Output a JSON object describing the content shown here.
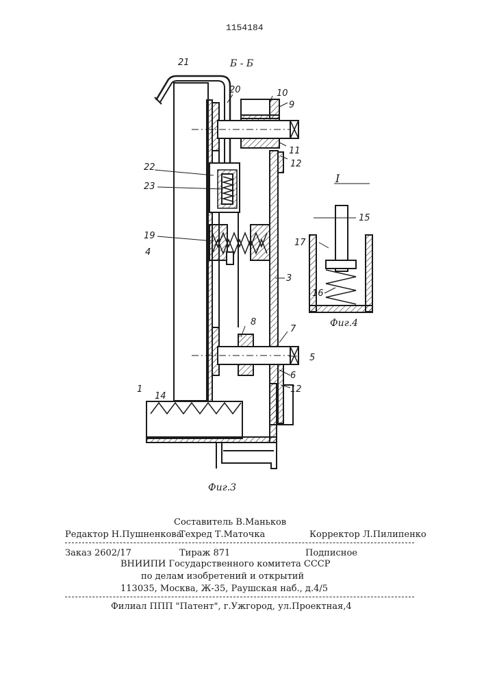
{
  "patent_number": "1154184",
  "figure3": {
    "section_label": "Б - Б",
    "caption": "Фиг.3",
    "labels": [
      "21",
      "20",
      "10",
      "9",
      "11",
      "12",
      "22",
      "23",
      "19",
      "4",
      "3",
      "8",
      "7",
      "5",
      "6",
      "12",
      "1",
      "14"
    ]
  },
  "figure4": {
    "view_label": "I",
    "caption": "Фиг.4",
    "labels": [
      "15",
      "17",
      "16"
    ]
  },
  "colophon": {
    "compiler": "Составитель В.Маньков",
    "editor": "Редактор Н.Пушненкова",
    "tech_editor": "Техред Т.Маточка",
    "proofreader": "Корректор Л.Пилипенко",
    "order": "Заказ 2602/17",
    "circulation": "Тираж 871",
    "subscription": "Подписное",
    "institute": "ВНИИПИ Государственного комитета СССР",
    "committee": "по делам изобретений и открытий",
    "address": "113035, Москва, Ж-35, Раушская наб., д.4/5",
    "branch": "Филиал ППП \"Патент\", г.Ужгород, ул.Проектная,4"
  }
}
